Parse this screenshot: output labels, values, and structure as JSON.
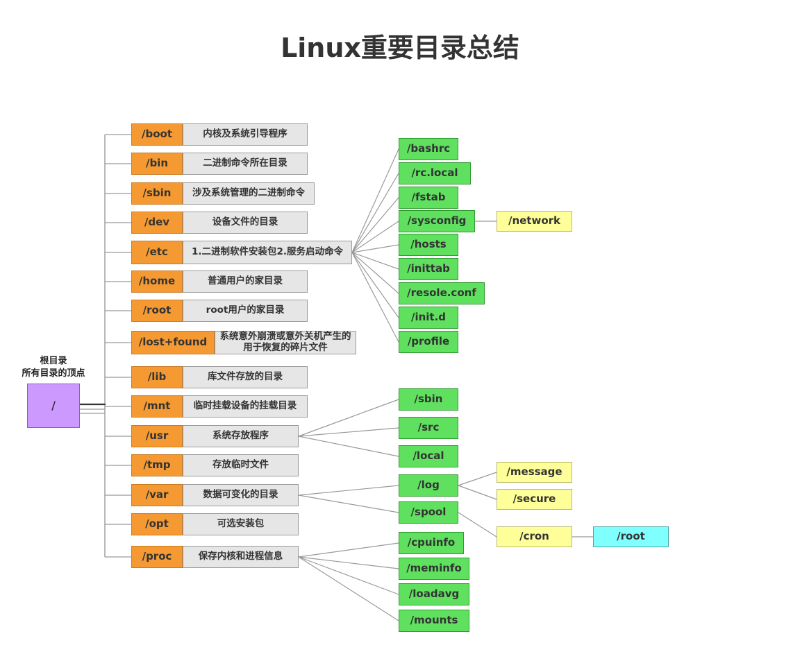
{
  "title": "Linux重要目录总结",
  "root": {
    "label_line1": "根目录",
    "label_line2": "所有目录的顶点",
    "name": "/"
  },
  "dirs": [
    {
      "name": "/boot",
      "desc": "内核及系统引导程序"
    },
    {
      "name": "/bin",
      "desc": "二进制命令所在目录"
    },
    {
      "name": "/sbin",
      "desc": "涉及系统管理的二进制命令"
    },
    {
      "name": "/dev",
      "desc": "设备文件的目录"
    },
    {
      "name": "/etc",
      "desc": "1.二进制软件安装包2.服务启动命令"
    },
    {
      "name": "/home",
      "desc": "普通用户的家目录"
    },
    {
      "name": "/root",
      "desc": "root用户的家目录"
    },
    {
      "name": "/lost+found",
      "desc": "系统意外崩溃或意外关机产生的用于恢复的碎片文件"
    },
    {
      "name": "/lib",
      "desc": "库文件存放的目录"
    },
    {
      "name": "/mnt",
      "desc": "临时挂载设备的挂载目录"
    },
    {
      "name": "/usr",
      "desc": "系统存放程序"
    },
    {
      "name": "/tmp",
      "desc": "存放临时文件"
    },
    {
      "name": "/var",
      "desc": "数据可变化的目录"
    },
    {
      "name": "/opt",
      "desc": "可选安装包"
    },
    {
      "name": "/proc",
      "desc": "保存内核和进程信息"
    }
  ],
  "etc_children": [
    "/bashrc",
    "/rc.local",
    "/fstab",
    "/sysconfig",
    "/hosts",
    "/inittab",
    "/resole.conf",
    "/init.d",
    "/profile"
  ],
  "sysconfig_children": [
    "/network"
  ],
  "usr_children": [
    "/sbin",
    "/src",
    "/local"
  ],
  "var_children": [
    "/log",
    "/spool"
  ],
  "log_children": [
    "/message",
    "/secure"
  ],
  "spool_children": [
    "/cron"
  ],
  "cron_children": [
    "/root"
  ],
  "proc_children": [
    "/cpuinfo",
    "/meminfo",
    "/loadavg",
    "/mounts"
  ],
  "colors": {
    "dir_tag": "#f59a32",
    "desc": "#e6e6e6",
    "green": "#5fe05f",
    "yellow": "#ffff99",
    "cyan": "#80ffff",
    "root": "#cc99ff"
  }
}
